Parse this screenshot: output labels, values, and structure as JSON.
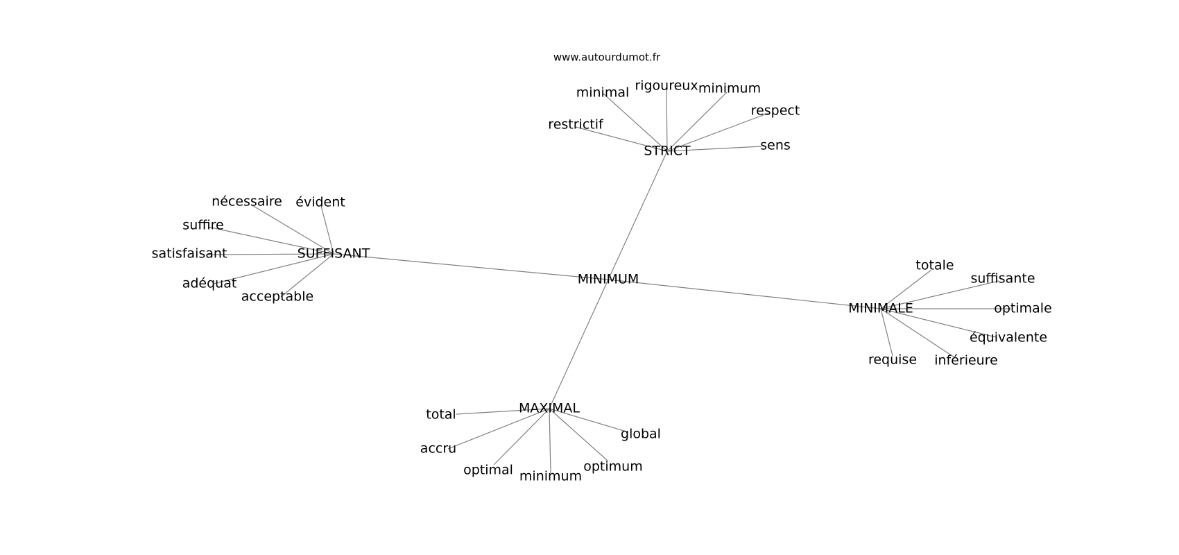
{
  "watermark": "www.autourdumot.fr",
  "edge_color": "#808080",
  "text_color": "#000000",
  "graph": {
    "root": "MINIMUM",
    "clusters": [
      {
        "hub": "STRICT",
        "leaves": [
          "minimal",
          "rigoureux",
          "minimum",
          "respect",
          "restrictif",
          "sens"
        ]
      },
      {
        "hub": "SUFFISANT",
        "leaves": [
          "nécessaire",
          "évident",
          "suffire",
          "satisfaisant",
          "adéquat",
          "acceptable"
        ]
      },
      {
        "hub": "MINIMALE",
        "leaves": [
          "totale",
          "suffisante",
          "optimale",
          "équivalente",
          "requise",
          "inférieure"
        ]
      },
      {
        "hub": "MAXIMAL",
        "leaves": [
          "total",
          "global",
          "accru",
          "optimal",
          "minimum",
          "optimum"
        ]
      }
    ]
  }
}
